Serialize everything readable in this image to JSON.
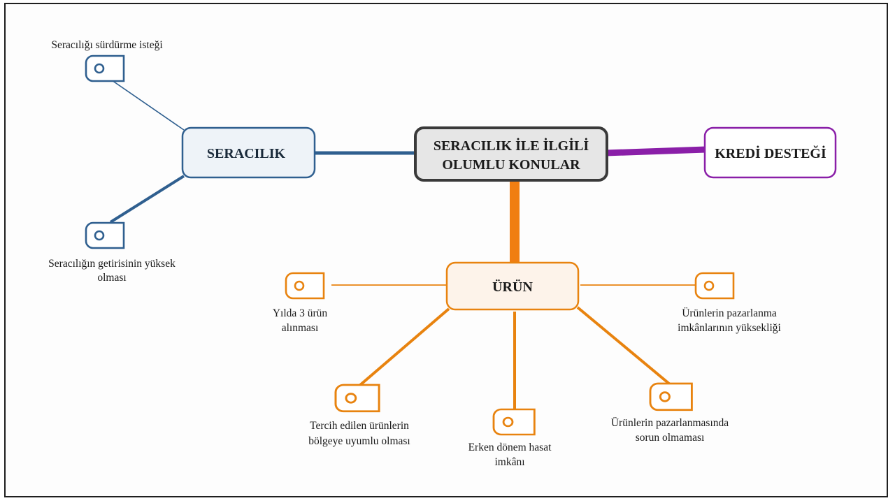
{
  "center": {
    "line1": "SERACILIK İLE İLGİLİ",
    "line2": "OLUMLU KONULAR"
  },
  "branches": {
    "seracilik": "SERACILIK",
    "kredi": "KREDİ DESTEĞİ",
    "urun": "ÜRÜN"
  },
  "seracilik_items": [
    {
      "line1": "Seracılığı sürdürme isteği",
      "line2": ""
    },
    {
      "line1": "Seracılığın getirisinin yüksek",
      "line2": "olması"
    }
  ],
  "urun_items": [
    {
      "line1": "Yılda 3 ürün",
      "line2": "alınması"
    },
    {
      "line1": "Ürünlerin pazarlanma",
      "line2": "imkânlarının yüksekliği"
    },
    {
      "line1": "Tercih edilen ürünlerin",
      "line2": "bölgeye uyumlu olması"
    },
    {
      "line1": "Erken dönem hasat",
      "line2": "imkânı"
    },
    {
      "line1": "Ürünlerin pazarlanmasında",
      "line2": "sorun olmaması"
    }
  ],
  "colors": {
    "center_border": "#3a3a3a",
    "center_fill": "#e6e6e6",
    "seracilik": "#2f5f8f",
    "seracilik_fill": "#eef3f8",
    "kredi": "#8a1fa8",
    "urun": "#e8830f",
    "urun_fill": "#fdf3ea",
    "urun_trunk": "#f07e12"
  },
  "icons": {
    "leaf_icon": "topic-tab-icon"
  }
}
